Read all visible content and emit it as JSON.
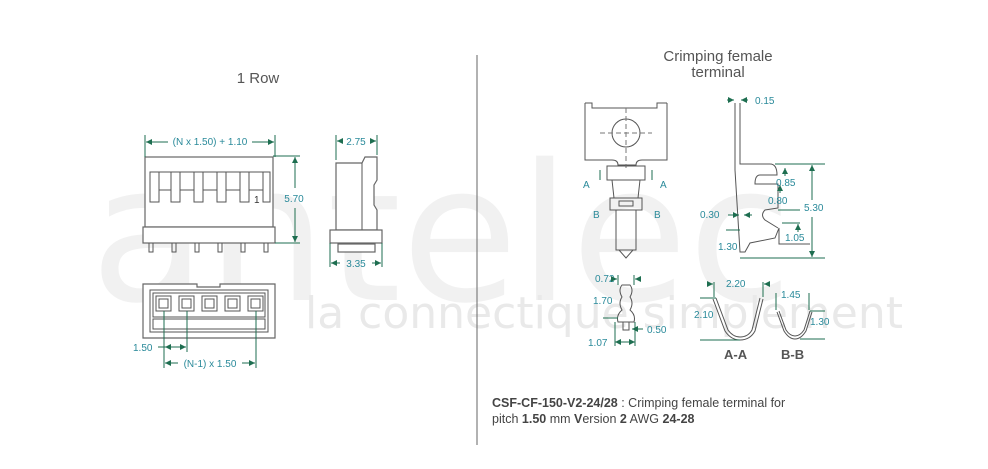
{
  "watermark": {
    "brand": "antelec",
    "tagline": "la connectique simplement"
  },
  "left": {
    "title": "1 Row",
    "dims": {
      "width": "(N x 1.50) + 1.10",
      "height": "5.70",
      "side_top": "2.75",
      "side_bottom": "3.35",
      "pitch": "1.50",
      "span": "(N-1) x 1.50",
      "pin_one": "1"
    }
  },
  "right": {
    "title_line1": "Crimping female",
    "title_line2": "terminal",
    "section_marks": {
      "a": "A",
      "b": "B"
    },
    "dims": {
      "t015": "0.15",
      "t085": "0.85",
      "t080": "0.80",
      "t530": "5.30",
      "t030": "0.30",
      "t105": "1.05",
      "t130": "1.30",
      "t072": "0.72",
      "t170": "1.70",
      "t050": "0.50",
      "t107": "1.07",
      "t220": "2.20",
      "t210": "2.10",
      "t145": "1.45",
      "t130b": "1.30"
    },
    "sections": {
      "aa": "A-A",
      "bb": "B-B"
    }
  },
  "caption": {
    "part": "CSF-CF-150-V2-24/28",
    "text1": " : Crimping female terminal for",
    "line2_a": "pitch ",
    "pitch": "1.50",
    "line2_b": " mm ",
    "version_v": "V",
    "line2_c": "ersion ",
    "version": "2",
    "line2_d": " AWG ",
    "awg": "24-28"
  }
}
